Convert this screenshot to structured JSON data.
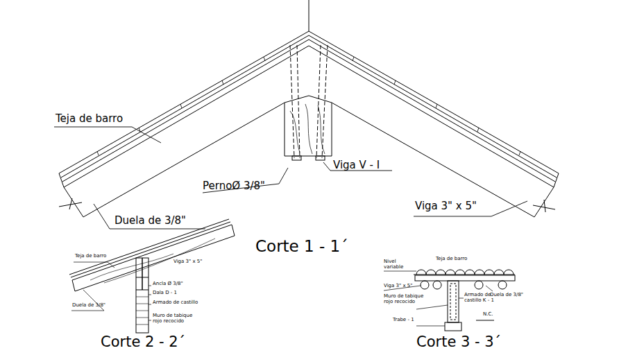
{
  "diagram": {
    "labels": [
      "Teja de barro",
      "PernoØ 3/8\"",
      "Viga V - I",
      "Duela de 3/8\"",
      "Viga 3\" x 5\"",
      "Corte 1 - 1´",
      "Teja de barro",
      "Viga 3\" x 5\"",
      "Ancla Ø 3/8\"",
      "Dala D - 1",
      "Armado de castillo",
      "Muro de tabique rojo recocido",
      "Duela de 3/8\"",
      "Corte 2 - 2´",
      "Nivel variable",
      "Teja de barro",
      "Viga 3\" x 5\"",
      "Muro de tabique rojo recocido",
      "Armado de castillo K - 1",
      "Duela de 3/8\"",
      "Trabe - 1",
      "N.C.",
      "Corte 3 - 3´"
    ]
  }
}
